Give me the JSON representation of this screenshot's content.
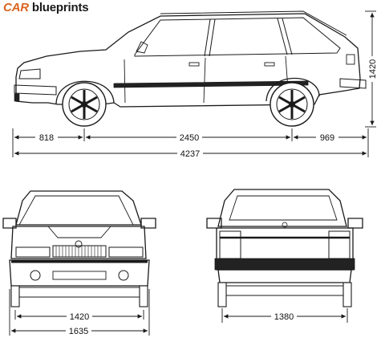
{
  "logo": {
    "brand": "CAR",
    "suffix": "blueprints"
  },
  "dimensions": {
    "front_overhang": "818",
    "wheelbase": "2450",
    "rear_overhang": "969",
    "length": "4237",
    "height": "1420",
    "front_track": "1420",
    "width": "1635",
    "rear_track": "1380"
  }
}
